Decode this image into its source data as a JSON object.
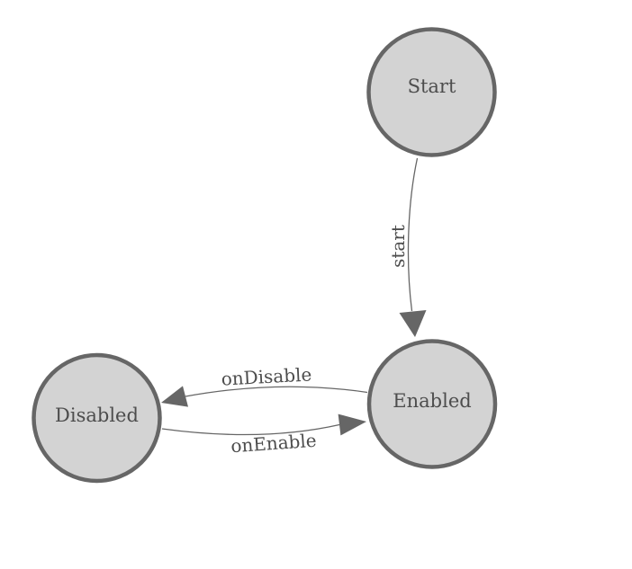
{
  "diagram": {
    "type": "state-machine",
    "background_color": "#ffffff",
    "node_fill_color": "#d3d3d3",
    "node_border_color": "#666666",
    "edge_color": "#666666",
    "arrow_color": "#666666",
    "label_color": "#4d4d4d",
    "nodes": [
      {
        "id": "start",
        "label": "Start"
      },
      {
        "id": "enabled",
        "label": "Enabled"
      },
      {
        "id": "disabled",
        "label": "Disabled"
      }
    ],
    "edges": [
      {
        "from": "start",
        "to": "enabled",
        "label": "start"
      },
      {
        "from": "enabled",
        "to": "disabled",
        "label": "onDisable"
      },
      {
        "from": "disabled",
        "to": "enabled",
        "label": "onEnable"
      }
    ]
  }
}
